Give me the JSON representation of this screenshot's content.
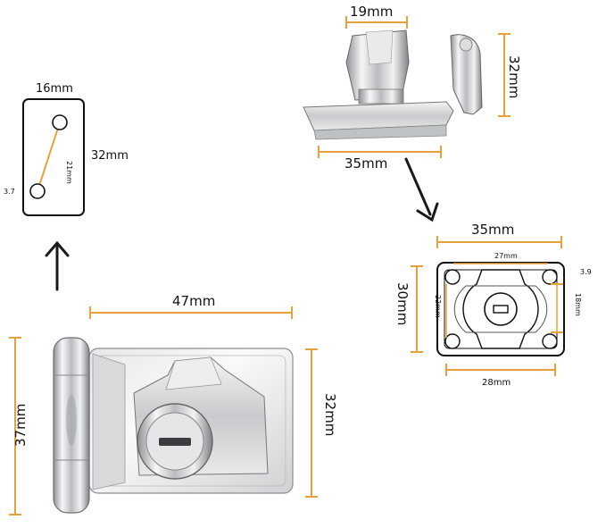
{
  "colors": {
    "dimension_line": "#e8a13a",
    "outline": "#111111",
    "metal_light": "#f3f3f3",
    "metal_mid": "#c9cbce",
    "metal_dark": "#8e9196",
    "arrow": "#1a1a1a"
  },
  "icons": {
    "arrow_up": "arrow-up-icon",
    "arrow_down_right": "arrow-down-right-icon",
    "keyhole": "keyhole-icon"
  },
  "side_view": {
    "width_label": "19mm",
    "height_label": "32mm",
    "base_label": "35mm"
  },
  "hole_template": {
    "width_label": "16mm",
    "height_label": "32mm",
    "diagonal_label": "21mm",
    "hole_label": "3.7"
  },
  "bottom_plate": {
    "width_label": "35mm",
    "inner_width_label": "27mm",
    "height_label": "30mm",
    "inner_height_label": "22mm",
    "right_height_label": "18mm",
    "hole_label": "3.9",
    "base_width_label": "28mm"
  },
  "front_view": {
    "width_label": "47mm",
    "hinge_height_label": "37mm",
    "body_height_label": "32mm"
  }
}
